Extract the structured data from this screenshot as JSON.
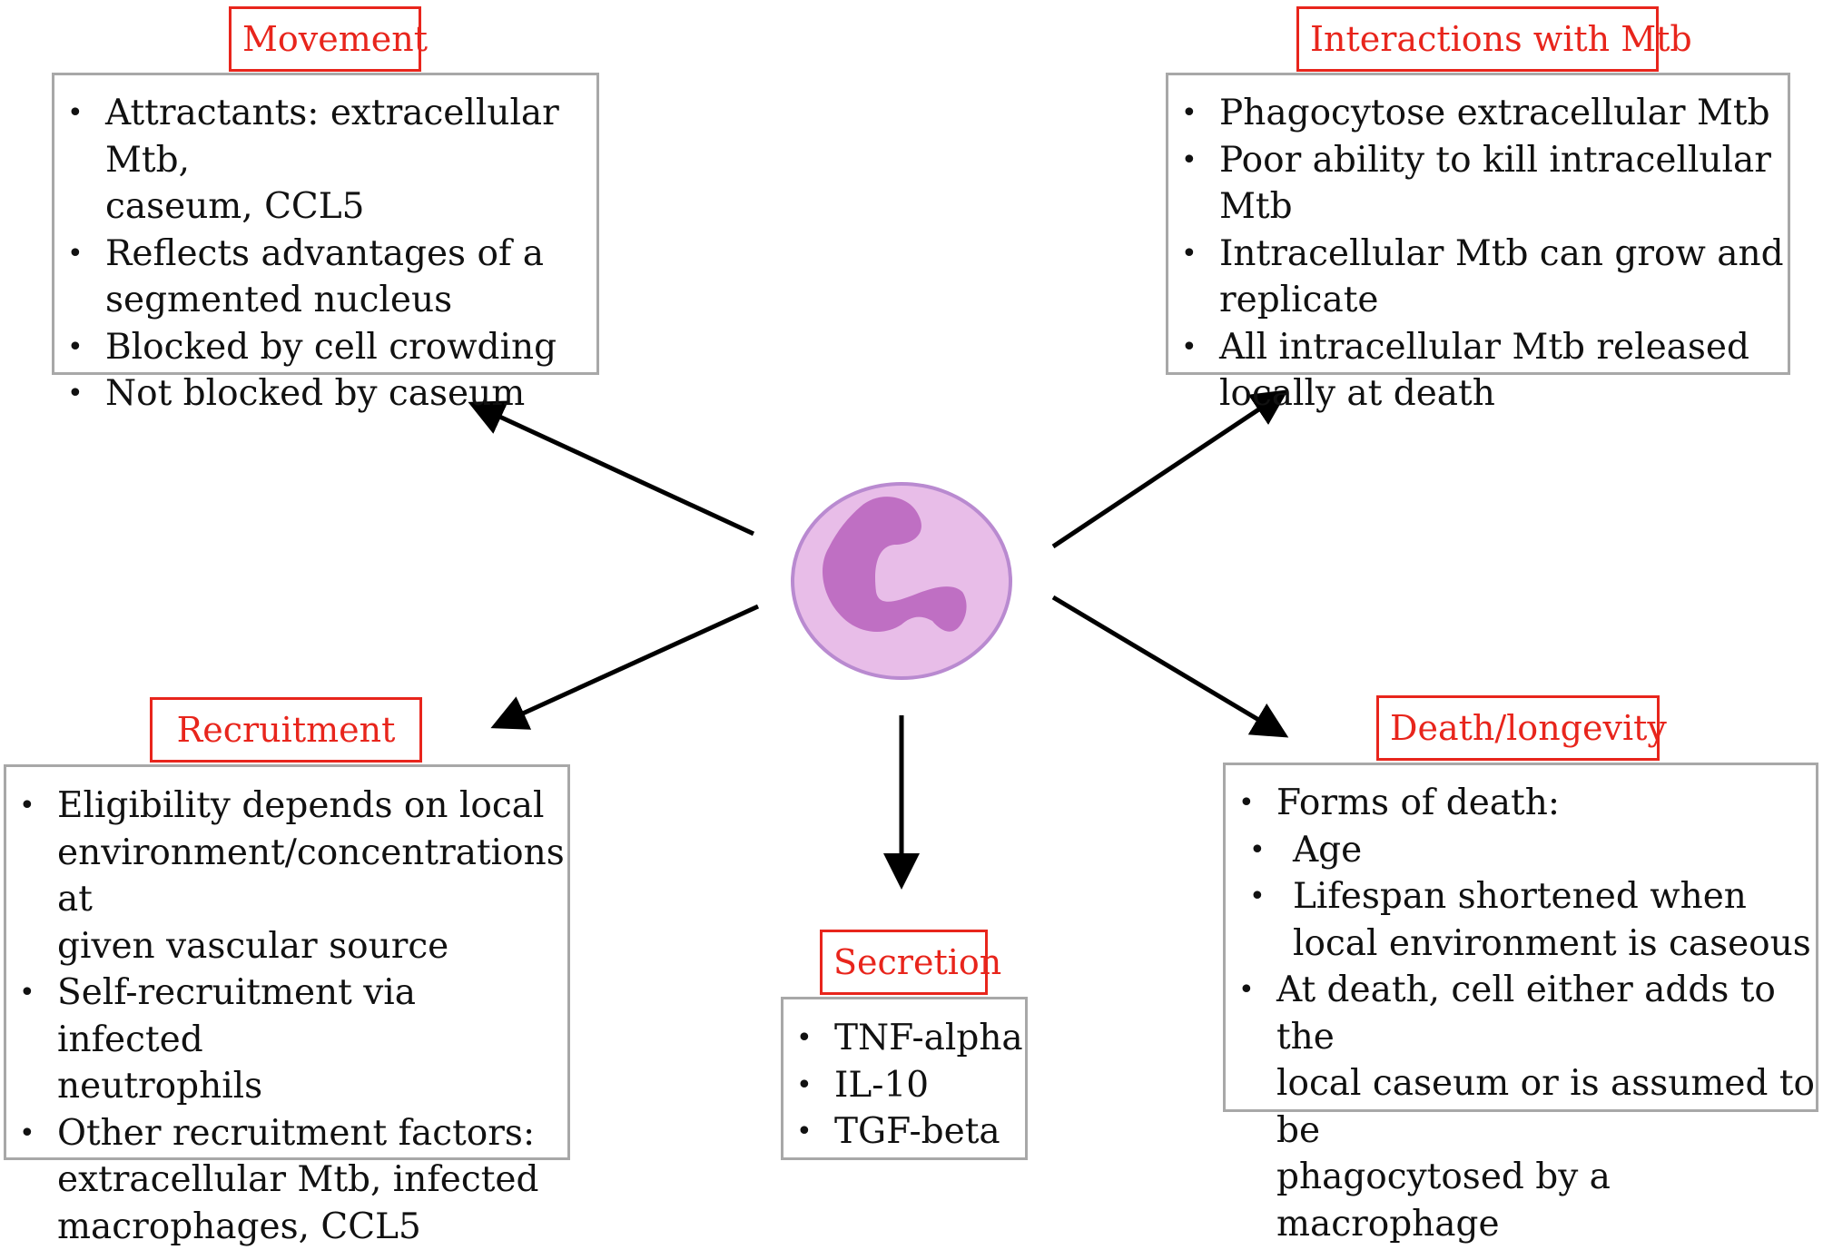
{
  "movement": {
    "title": "Movement",
    "items": [
      [
        "Attractants: extracellular Mtb,",
        "caseum, CCL5"
      ],
      [
        "Reflects advantages of a",
        "segmented nucleus"
      ],
      [
        "Blocked by cell crowding"
      ],
      [
        "Not blocked by caseum"
      ]
    ]
  },
  "interactions": {
    "title": "Interactions with Mtb",
    "items": [
      [
        "Phagocytose extracellular Mtb"
      ],
      [
        "Poor ability to kill intracellular Mtb"
      ],
      [
        "Intracellular Mtb can grow and",
        "replicate"
      ],
      [
        "All intracellular Mtb released",
        "locally at death"
      ]
    ]
  },
  "recruitment": {
    "title": "Recruitment",
    "items": [
      [
        "Eligibility depends on local",
        "environment/concentrations at",
        "given vascular source"
      ],
      [
        "Self-recruitment via infected",
        "neutrophils"
      ],
      [
        "Other recruitment factors:",
        "extracellular Mtb, infected",
        "macrophages, CCL5"
      ]
    ]
  },
  "secretion": {
    "title": "Secretion",
    "items": [
      [
        "TNF-alpha"
      ],
      [
        "IL-10"
      ],
      [
        "TGF-beta"
      ]
    ]
  },
  "death": {
    "title": "Death/longevity",
    "items": [
      [
        "Forms of death:"
      ],
      [
        "At death, cell either adds to the",
        "local caseum or is assumed to be",
        "phagocytosed by a macrophage"
      ]
    ],
    "subitems": [
      [
        "Age"
      ],
      [
        "Lifespan shortened when",
        "local environment is caseous"
      ]
    ]
  },
  "colors": {
    "title_border": "#e8251c",
    "box_border": "#a8a8a8",
    "cell_fill": "#e8bde8",
    "cell_outline": "#b98ad0",
    "nucleus": "#bf6fc3",
    "arrow": "#000000"
  }
}
